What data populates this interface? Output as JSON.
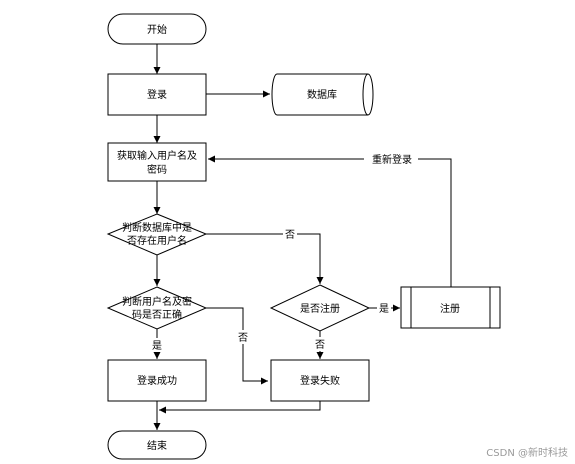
{
  "nodes": {
    "start": "开始",
    "login": "登录",
    "database": "数据库",
    "get_credentials": [
      "获取输入用户名及",
      "密码"
    ],
    "check_user_exists": [
      "判断数据库中是",
      "否存在用户名"
    ],
    "check_password": [
      "判断用户名及密",
      "码是否正确"
    ],
    "is_registered": "是否注册",
    "register": "注册",
    "login_success": "登录成功",
    "login_failed": "登录失败",
    "end": "结束"
  },
  "edges": {
    "relogin": "重新登录",
    "no_user": "否",
    "no_password": "否",
    "yes_password": "是",
    "yes_register": "是",
    "no_register": "否"
  },
  "watermark": "CSDN @新时科技"
}
